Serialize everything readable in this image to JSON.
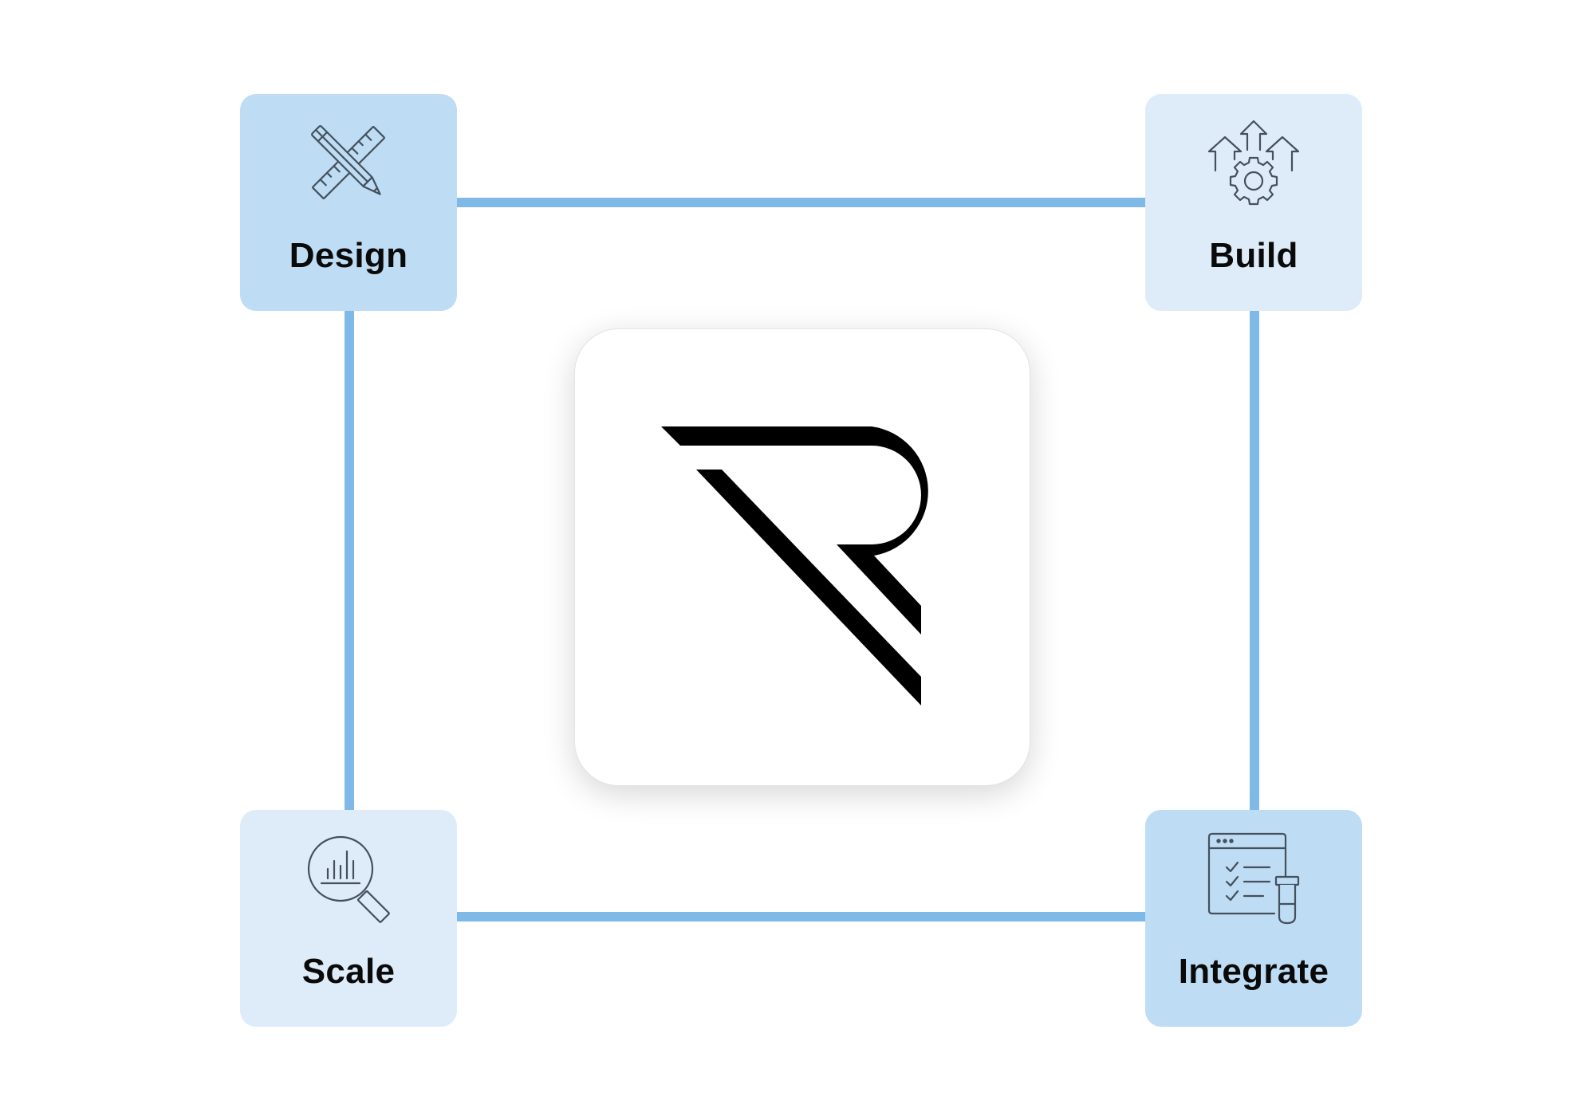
{
  "nodes": {
    "design": {
      "label": "Design",
      "icon": "pencil-ruler-icon"
    },
    "build": {
      "label": "Build",
      "icon": "gear-arrows-icon"
    },
    "scale": {
      "label": "Scale",
      "icon": "magnifier-chart-icon"
    },
    "integrate": {
      "label": "Integrate",
      "icon": "browser-checklist-testtube-icon"
    }
  },
  "center": {
    "logo": "r-logo"
  },
  "colors": {
    "connector": "#7fb9e8",
    "node_strong": "#bedcf3",
    "node_light": "#deecf9",
    "icon_stroke": "#44505c",
    "logo": "#000000"
  }
}
